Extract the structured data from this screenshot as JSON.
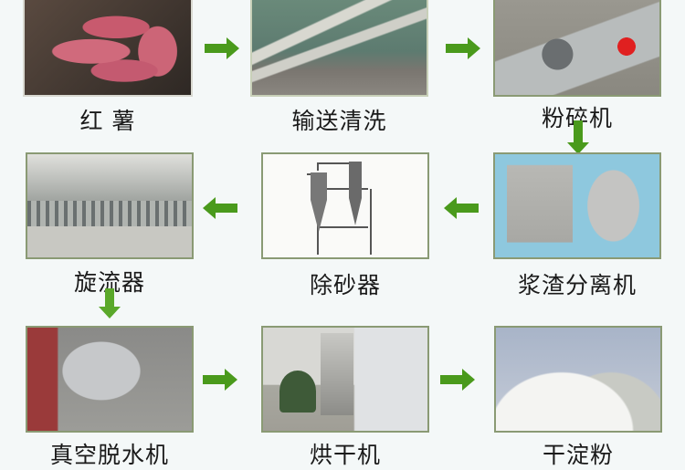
{
  "diagram": {
    "topic": "sweet potato starch production process",
    "arrow_color": "#4a9a1c",
    "frame_border_color": "#8a9a74",
    "steps": [
      {
        "order": 1,
        "label": "红 薯",
        "image": "sweet-potatoes-photo"
      },
      {
        "order": 2,
        "label": "输送清洗",
        "image": "conveyor-washer-photo"
      },
      {
        "order": 3,
        "label": "粉碎机",
        "image": "crusher-photo"
      },
      {
        "order": 4,
        "label": "浆渣分离机",
        "image": "slurry-separator-photo"
      },
      {
        "order": 5,
        "label": "除砂器",
        "image": "desander-photo"
      },
      {
        "order": 6,
        "label": "旋流器",
        "image": "hydrocyclone-photo"
      },
      {
        "order": 7,
        "label": "真空脱水机",
        "image": "vacuum-dehydrator-photo"
      },
      {
        "order": 8,
        "label": "烘干机",
        "image": "dryer-photo"
      },
      {
        "order": 9,
        "label": "干淀粉",
        "image": "dry-starch-photo"
      }
    ],
    "arrows": [
      {
        "from": 1,
        "to": 2,
        "direction": "right"
      },
      {
        "from": 2,
        "to": 3,
        "direction": "right"
      },
      {
        "from": 3,
        "to": 4,
        "direction": "down"
      },
      {
        "from": 4,
        "to": 5,
        "direction": "left"
      },
      {
        "from": 5,
        "to": 6,
        "direction": "left"
      },
      {
        "from": 6,
        "to": 7,
        "direction": "down"
      },
      {
        "from": 7,
        "to": 8,
        "direction": "right"
      },
      {
        "from": 8,
        "to": 9,
        "direction": "right"
      }
    ]
  }
}
